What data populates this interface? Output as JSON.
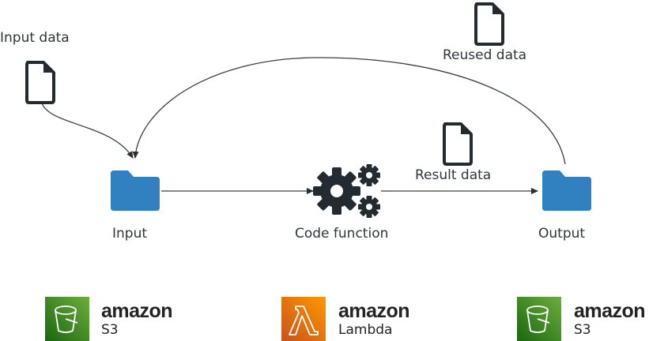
{
  "diagram": {
    "nodes": {
      "input_data": {
        "label": "Input data",
        "icon": "document-icon"
      },
      "reused_data": {
        "label": "Reused data",
        "icon": "document-icon"
      },
      "result_data": {
        "label": "Result data",
        "icon": "document-icon"
      },
      "input": {
        "label": "Input",
        "icon": "folder-icon"
      },
      "code_function": {
        "label": "Code function",
        "icon": "gears-icon"
      },
      "output": {
        "label": "Output",
        "icon": "folder-icon"
      }
    },
    "edges": [
      {
        "from": "Input data",
        "to": "Input"
      },
      {
        "from": "Input",
        "to": "Code function"
      },
      {
        "from": "Code function",
        "to": "Output"
      },
      {
        "from": "Output",
        "to": "Input",
        "label": "Reused data"
      }
    ],
    "services": [
      {
        "brand": "amazon",
        "name": "S3",
        "icon": "s3-bucket-icon",
        "color": "#3f8624"
      },
      {
        "brand": "amazon",
        "name": "Lambda",
        "icon": "lambda-icon",
        "color": "#e7701b"
      },
      {
        "brand": "amazon",
        "name": "S3",
        "icon": "s3-bucket-icon",
        "color": "#3f8624"
      }
    ]
  },
  "colors": {
    "folder": "#3180bf",
    "icon_dark": "#232a30",
    "line": "#3a3f44"
  }
}
